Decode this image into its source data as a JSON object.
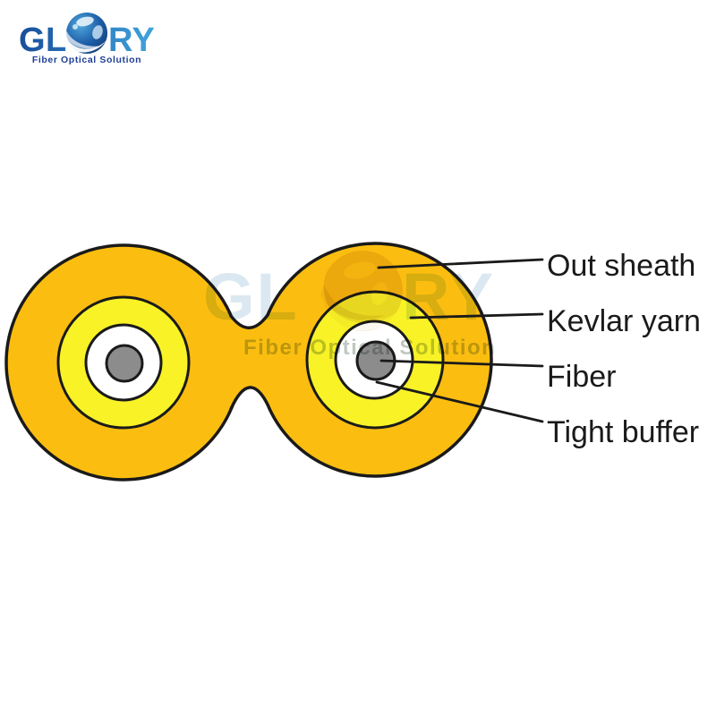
{
  "logo": {
    "brand_left": "GL",
    "brand_right": "RY",
    "globe_icon": "globe-icon",
    "tagline": "Fiber Optical Solution"
  },
  "watermark": {
    "brand_left": "GL",
    "brand_right": "RY",
    "globe_icon": "globe-icon",
    "tagline": "Fiber Optical Solution"
  },
  "diagram": {
    "subject": "duplex-zipcord-fiber-cable-cross-section",
    "labels": [
      {
        "id": "out-sheath",
        "text": "Out sheath"
      },
      {
        "id": "kevlar-yarn",
        "text": "Kevlar yarn"
      },
      {
        "id": "fiber",
        "text": "Fiber"
      },
      {
        "id": "tight-buffer",
        "text": "Tight buffer"
      }
    ]
  },
  "colors": {
    "sheath": "#FBBE10",
    "kevlar": "#F8F227",
    "tight_buffer": "#FFFFFF",
    "fiber": "#8C8C8C",
    "outline": "#1A1A1A",
    "label_text": "#1A1A1A",
    "logo_blue_dark": "#174E9B",
    "logo_blue_light": "#41A4DC",
    "logo_tagline": "#1E3F96",
    "watermark_letters": "#BDD6E6",
    "watermark_tagline": "#A5B2A7",
    "watermark_globe": "#CBA45C"
  }
}
